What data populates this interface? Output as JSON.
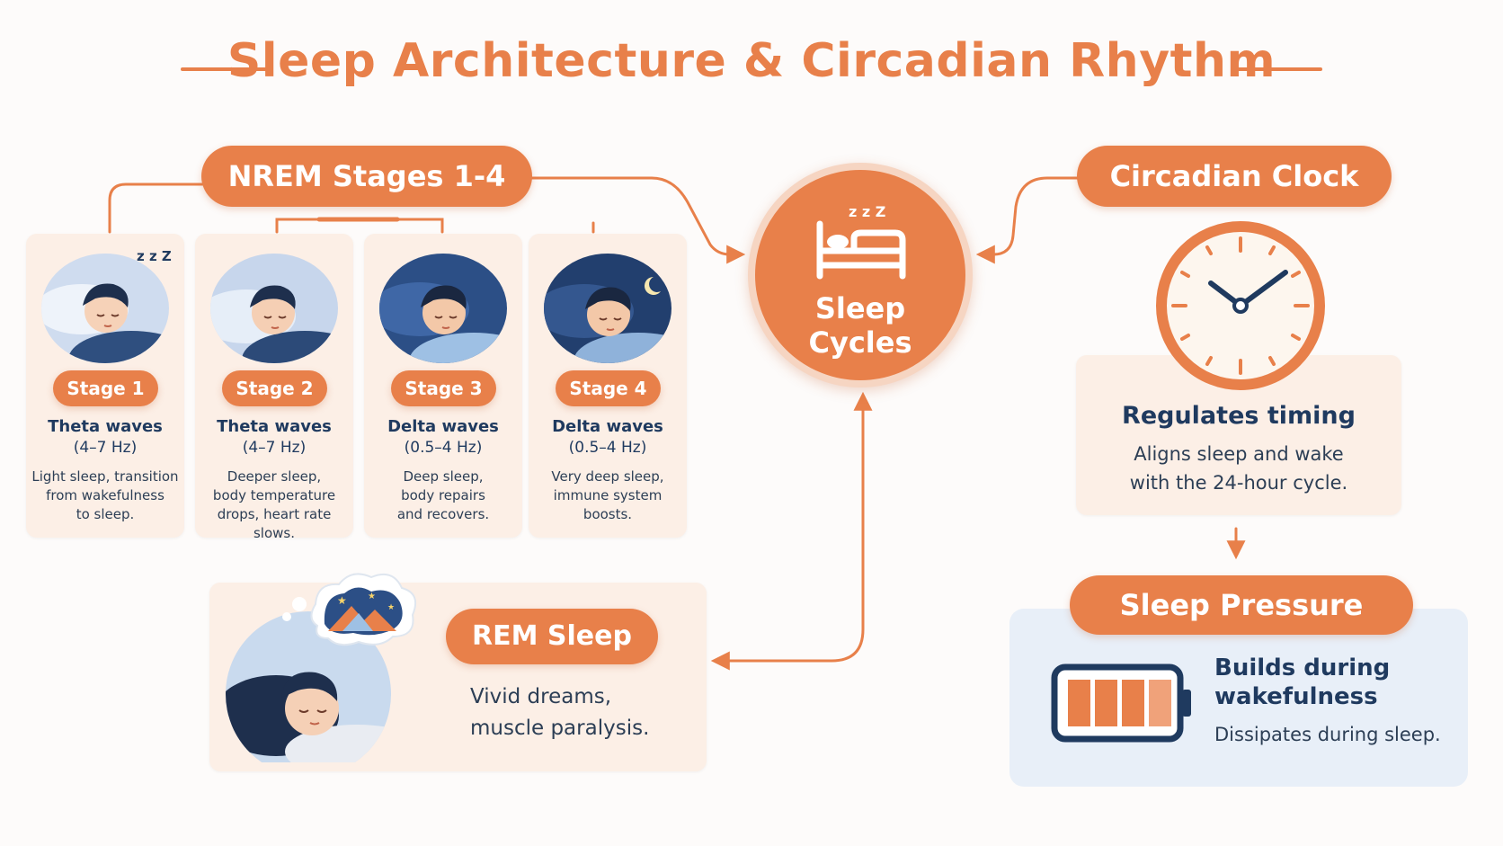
{
  "title": "Sleep Architecture & Circadian Rhythm",
  "nrem": {
    "label": "NREM Stages 1-4",
    "stages": [
      {
        "label": "Stage 1",
        "wave": "Theta waves",
        "hz": "(4–7 Hz)",
        "desc": [
          "Light sleep, transition",
          "from wakefulness",
          "to sleep."
        ]
      },
      {
        "label": "Stage 2",
        "wave": "Theta waves",
        "hz": "(4–7 Hz)",
        "desc": [
          "Deeper sleep,",
          "body temperature",
          "drops, heart rate slows."
        ]
      },
      {
        "label": "Stage 3",
        "wave": "Delta waves",
        "hz": "(0.5–4 Hz)",
        "desc": [
          "Deep sleep,",
          "body repairs",
          "and recovers."
        ]
      },
      {
        "label": "Stage 4",
        "wave": "Delta waves",
        "hz": "(0.5–4 Hz)",
        "desc": [
          "Very deep sleep,",
          "immune system",
          "boosts."
        ]
      }
    ]
  },
  "center": {
    "line1": "Sleep",
    "line2": "Cycles",
    "zzz": "z z Z"
  },
  "circadian": {
    "label": "Circadian Clock",
    "heading": "Regulates timing",
    "desc": [
      "Aligns sleep and wake",
      "with the 24-hour cycle."
    ]
  },
  "pressure": {
    "label": "Sleep Pressure",
    "heading": [
      "Builds during",
      "wakefulness"
    ],
    "desc": "Dissipates during sleep."
  },
  "rem": {
    "label": "REM Sleep",
    "desc": [
      "Vivid dreams,",
      "muscle paralysis."
    ]
  },
  "colors": {
    "accent": "#e8804a",
    "navy": "#1f3a5f",
    "card": "#fcefe6",
    "pressure_card": "#e8eff8"
  }
}
